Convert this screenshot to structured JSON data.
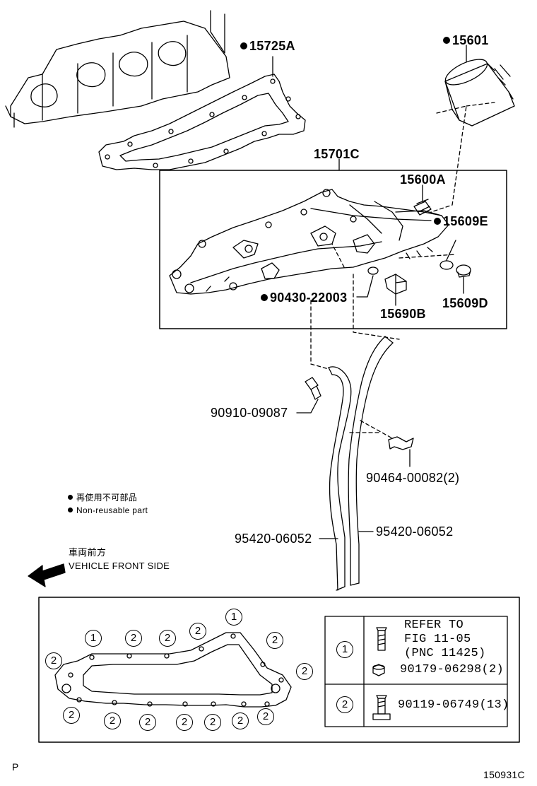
{
  "parts": {
    "p15725A": "15725A",
    "p15601": "15601",
    "p15701C": "15701C",
    "p15600A": "15600A",
    "p15609E": "15609E",
    "p90430": "90430-22003",
    "p15690B": "15690B",
    "p15609D": "15609D",
    "p90910": "90910-09087",
    "p90464": "90464-00082(2)",
    "p95420_left": "95420-06052",
    "p95420_right": "95420-06052"
  },
  "legend": {
    "jp": "再使用不可部品",
    "en": "Non-reusable part"
  },
  "front": {
    "jp": "車両前方",
    "en": "VEHICLE FRONT SIDE"
  },
  "callouts": {
    "one": "1",
    "two": "2"
  },
  "table": {
    "row1_mark": "1",
    "row1_line1": "REFER TO",
    "row1_line2": "FIG 11-05",
    "row1_line3": "(PNC 11425)",
    "row1_part": "90179-06298(2)",
    "row2_mark": "2",
    "row2_part": "90119-06749(13)"
  },
  "footer": {
    "left": "P",
    "right": "150931C"
  }
}
